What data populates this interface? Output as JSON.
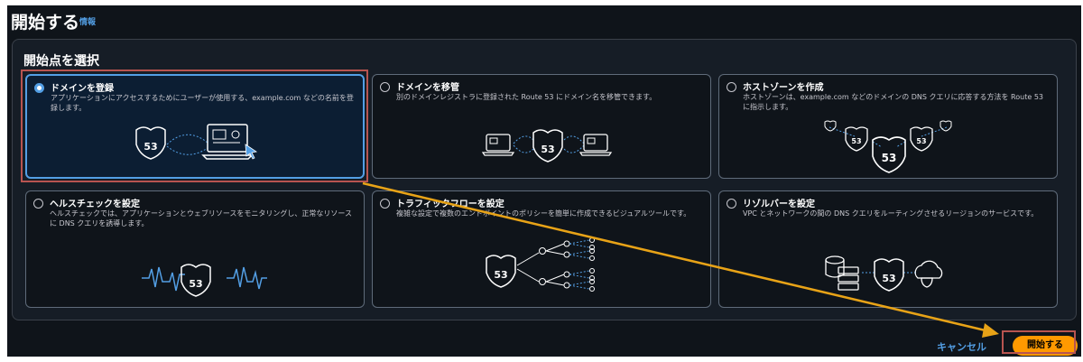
{
  "page": {
    "title": "開始する",
    "info_link": "情報"
  },
  "panel": {
    "title": "開始点を選択"
  },
  "options": [
    {
      "title": "ドメインを登録",
      "description": "アプリケーションにアクセスするためにユーザーが使用する、example.com などの名前を登録します。",
      "selected": true,
      "badge": "53"
    },
    {
      "title": "ドメインを移管",
      "description": "別のドメインレジストラに登録された Route 53 にドメイン名を移管できます。",
      "selected": false,
      "badge": "53"
    },
    {
      "title": "ホストゾーンを作成",
      "description": "ホストゾーンは、example.com などのドメインの DNS クエリに応答する方法を Route 53 に指示します。",
      "selected": false,
      "badge": "53"
    },
    {
      "title": "ヘルスチェックを設定",
      "description": "ヘルスチェックでは、アプリケーションとウェブリソースをモニタリングし、正常なリソースに DNS クエリを誘導します。",
      "selected": false,
      "badge": "53"
    },
    {
      "title": "トラフィックフローを設定",
      "description": "複雑な設定で複数のエンドポイントのポリシーを簡単に作成できるビジュアルツールです。",
      "selected": false,
      "badge": "53"
    },
    {
      "title": "リゾルバーを設定",
      "description": "VPC とネットワークの間の DNS クエリをルーティングさせるリージョンのサービスです。",
      "selected": false,
      "badge": "53"
    }
  ],
  "footer": {
    "cancel_label": "キャンセル",
    "start_label": "開始する"
  },
  "colors": {
    "accent": "#539fe5",
    "primary": "#ff9900",
    "annotation_box": "#b85450",
    "annotation_arrow": "#e8a317"
  }
}
